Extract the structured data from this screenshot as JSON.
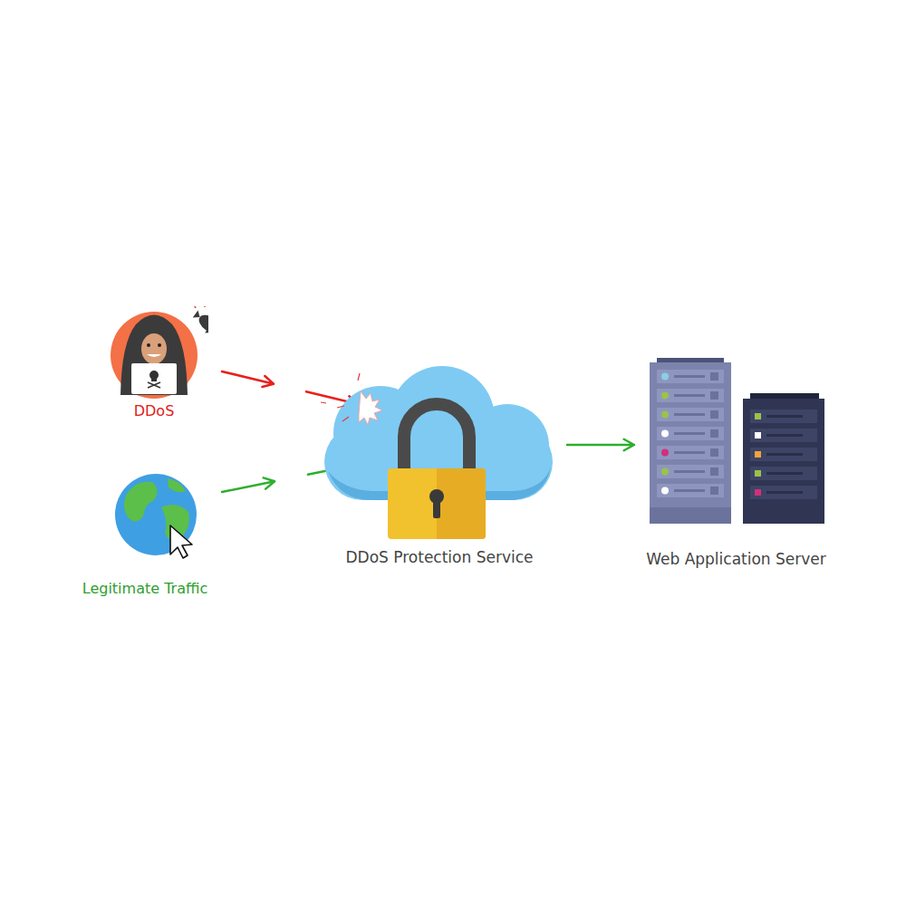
{
  "diagram": {
    "nodes": [
      {
        "text": [
          "DDoS"
        ]
      },
      {
        "text": [
          "Legitimate Traffic"
        ]
      },
      {
        "text": [
          "DDoS Protection Service"
        ]
      },
      {
        "text": [
          "Web Application Server"
        ]
      }
    ],
    "edges": [
      {
        "from": 0,
        "to": 2,
        "arrow": "to"
      },
      {
        "from": 1,
        "to": 2,
        "arrow": "to"
      },
      {
        "from": 2,
        "to": 3,
        "arrow": "to"
      }
    ],
    "labels": [
      "DDOS"
    ]
  }
}
